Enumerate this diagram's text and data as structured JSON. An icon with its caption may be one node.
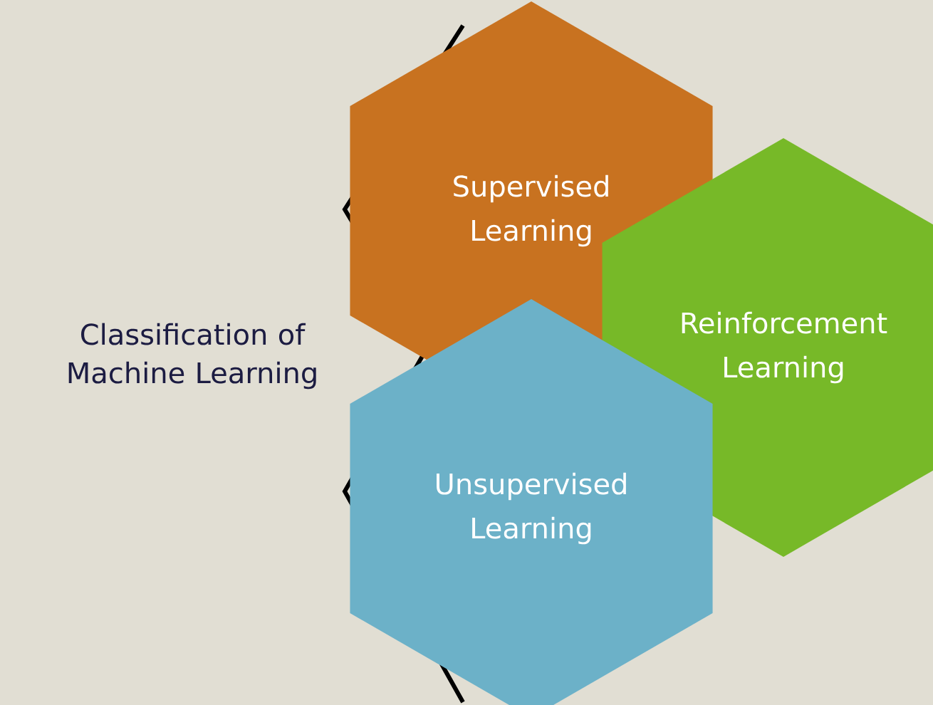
{
  "diagram": {
    "title": "Classification of Machine Learning",
    "nodes": [
      {
        "text": [
          "Supervised Learning"
        ]
      },
      {
        "text": [
          "Reinforcement Learning"
        ]
      },
      {
        "text": [
          "Unsupervised Learning"
        ]
      }
    ]
  }
}
